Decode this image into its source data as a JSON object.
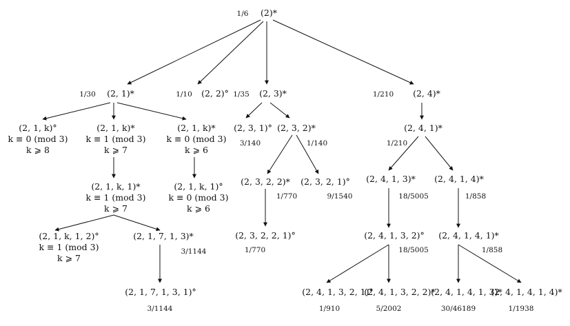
{
  "nodes": {
    "root": {
      "fraction": "1/6",
      "label": "(2)*"
    },
    "n21": {
      "fraction": "1/30",
      "label": "(2, 1)*"
    },
    "n22": {
      "fraction": "1/10",
      "label": "(2, 2)°"
    },
    "n23": {
      "fraction": "1/35",
      "label": "(2, 3)*"
    },
    "n24": {
      "fraction": "1/210",
      "label": "(2, 4)*"
    },
    "n21k_a": {
      "lines": [
        "(2, 1, k)°",
        "k ≡ 0 (mod 3)",
        "k ⩾ 8"
      ]
    },
    "n21k_b": {
      "lines": [
        "(2, 1, k)*",
        "k ≡ 1 (mod 3)",
        "k ⩾ 7"
      ]
    },
    "n21k_c": {
      "lines": [
        "(2, 1, k)*",
        "k ≡ 0 (mod 3)",
        "k ⩾ 6"
      ]
    },
    "n21k1_b": {
      "lines": [
        "(2, 1, k, 1)*",
        "k ≡ 1 (mod 3)",
        "k ⩾ 7"
      ]
    },
    "n21k1_c": {
      "lines": [
        "(2, 1, k, 1)°",
        "k ≡ 0 (mod 3)",
        "k ⩾ 6"
      ]
    },
    "n21k12": {
      "lines": [
        "(2, 1, k, 1, 2)°",
        "k ≡ 1 (mod 3)",
        "k ⩾ 7"
      ]
    },
    "n21713": {
      "label": "(2, 1, 7, 1, 3)*",
      "fraction": "3/1144"
    },
    "n217131": {
      "label": "(2, 1, 7, 1, 3, 1)°",
      "fraction": "3/1144"
    },
    "n231": {
      "label": "(2, 3, 1)°",
      "fraction": "3/140"
    },
    "n232": {
      "label": "(2, 3, 2)*",
      "fraction": "1/140"
    },
    "n2322": {
      "label": "(2, 3, 2, 2)*",
      "fraction": "1/770"
    },
    "n2321": {
      "label": "(2, 3, 2, 1)°",
      "fraction": "9/1540"
    },
    "n23221": {
      "label": "(2, 3, 2, 2, 1)°",
      "fraction": "1/770"
    },
    "n241": {
      "label": "(2, 4, 1)*",
      "fraction": "1/210"
    },
    "n2413": {
      "label": "(2, 4, 1, 3)*",
      "fraction": "18/5005"
    },
    "n2414": {
      "label": "(2, 4, 1, 4)*",
      "fraction": "1/858"
    },
    "n24132": {
      "label": "(2, 4, 1, 3, 2)°",
      "fraction": "18/5005"
    },
    "n24141": {
      "label": "(2, 4, 1, 4, 1)*",
      "fraction": "1/858"
    },
    "n241321": {
      "label": "(2, 4, 1, 3, 2, 1)°",
      "fraction": "1/910"
    },
    "n241322": {
      "label": "(2, 4, 1, 3, 2, 2)*",
      "fraction": "5/2002"
    },
    "n241413": {
      "label": "(2, 4, 1, 4, 1, 3)*",
      "fraction": "30/46189"
    },
    "n241414": {
      "label": "(2, 4, 1, 4, 1, 4)*",
      "fraction": "1/1938"
    }
  }
}
